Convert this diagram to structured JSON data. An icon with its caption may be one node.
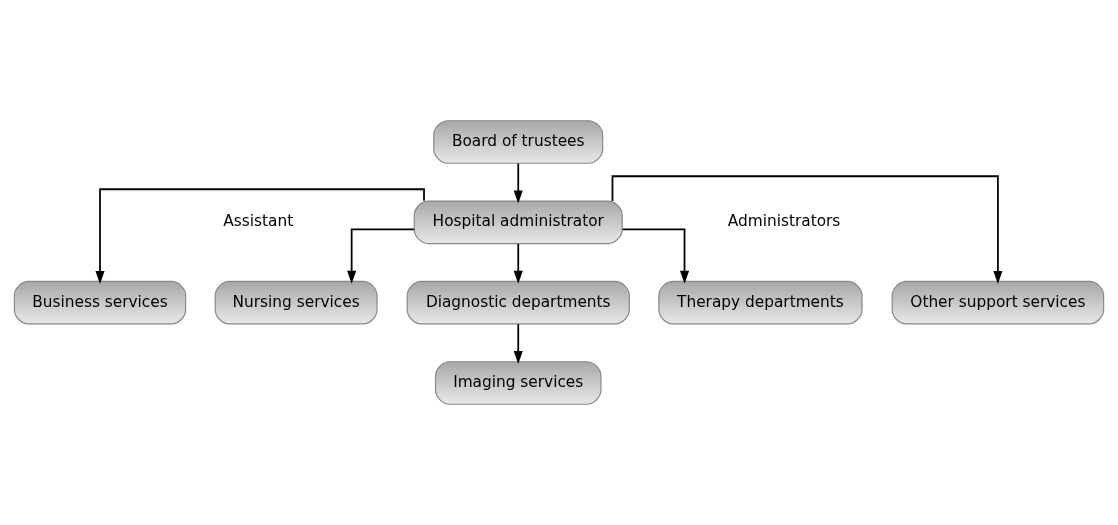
{
  "diagram": {
    "nodes": [
      {
        "text": [
          "Board of trustees"
        ]
      },
      {
        "text": [
          "Hospital administrator"
        ]
      },
      {
        "text": [
          "Business services"
        ]
      },
      {
        "text": [
          "Nursing services"
        ]
      },
      {
        "text": [
          "Diagnostic departments"
        ]
      },
      {
        "text": [
          "Therapy departments"
        ]
      },
      {
        "text": [
          "Other support services"
        ]
      },
      {
        "text": [
          "Imaging services"
        ]
      }
    ],
    "edges": [
      {
        "from": 0,
        "to": 1,
        "arrow": "to"
      },
      {
        "from": 1,
        "to": 2,
        "arrow": "to"
      },
      {
        "from": 1,
        "to": 3,
        "arrow": "to"
      },
      {
        "from": 1,
        "to": 4,
        "arrow": "to"
      },
      {
        "from": 1,
        "to": 5,
        "arrow": "to"
      },
      {
        "from": 1,
        "to": 6,
        "arrow": "to"
      },
      {
        "from": 4,
        "to": 7,
        "arrow": "to"
      }
    ],
    "labels": [
      "Assistant",
      "Administrators"
    ]
  }
}
